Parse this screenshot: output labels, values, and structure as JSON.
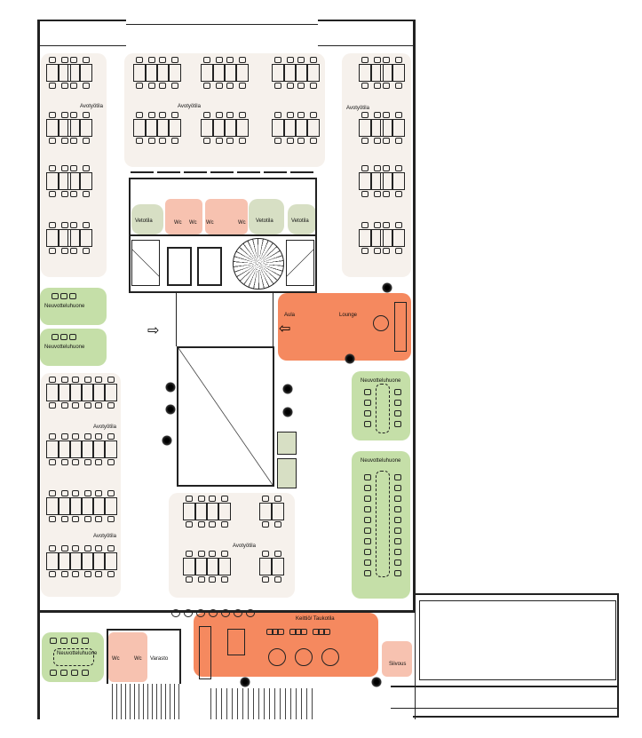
{
  "rooms": {
    "open_office_label": "Avotyötila",
    "meeting_room_label": "Neuvotteluhuone",
    "wc_label": "Wc",
    "phone_room_label": "Vetotila",
    "lobby_label": "Aula",
    "lounge_label": "Lounge",
    "kitchen_label": "Keittiö/ Taukotila",
    "storage_label": "Varasto",
    "cleaning_label": "Siivous"
  },
  "colors": {
    "open_office": "#f6f1ec",
    "meeting": "#c5dfa8",
    "lounge": "#f5895f",
    "wc": "#f7c2b0",
    "phone": "#d7dfc4"
  }
}
